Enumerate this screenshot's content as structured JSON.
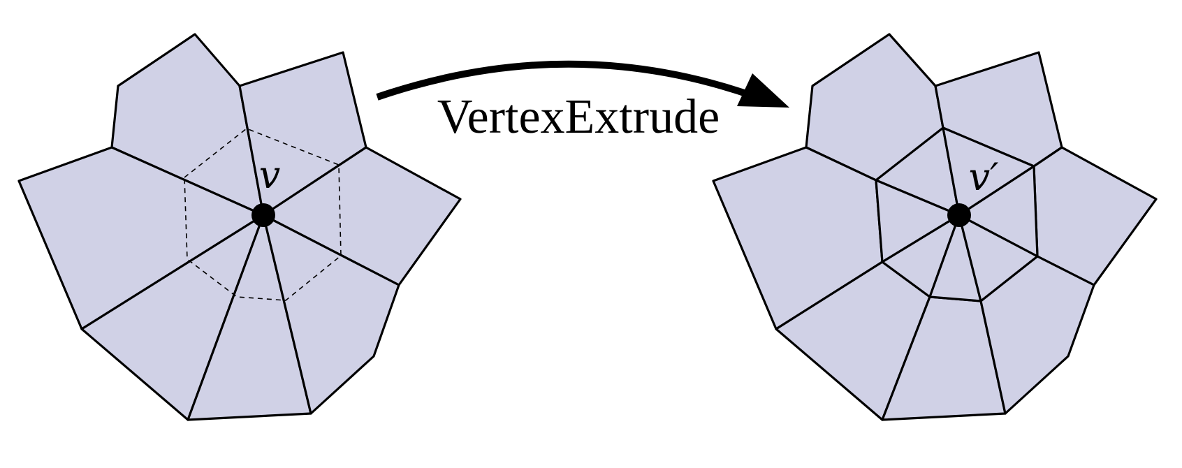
{
  "operation_label": "VertexExtrude",
  "vertex_label_before": "v",
  "vertex_label_after": "v′",
  "colors": {
    "face_fill": "#d0d1e6",
    "stroke": "#000000",
    "background": "#ffffff"
  }
}
